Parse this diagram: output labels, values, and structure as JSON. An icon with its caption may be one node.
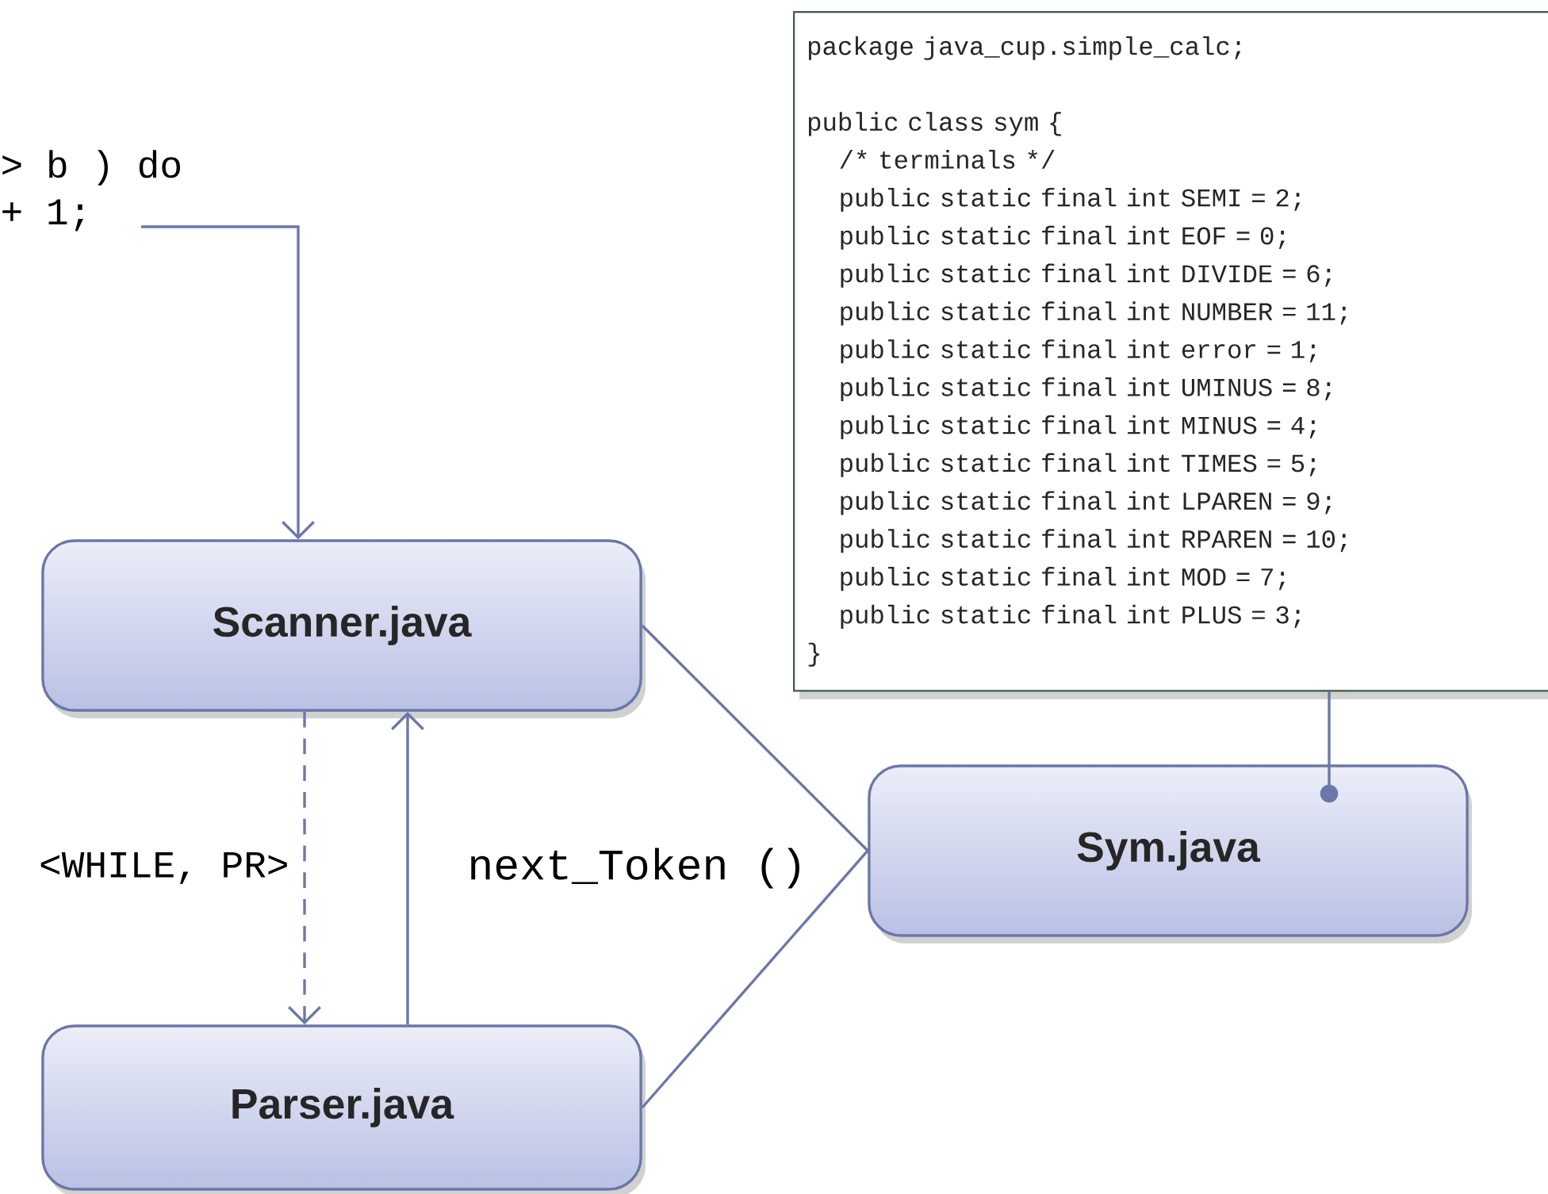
{
  "diagram": {
    "nodes": [
      {
        "text": [
          "> b ) do",
          "+ 1;"
        ]
      },
      {
        "text": [
          "Scanner.java"
        ]
      },
      {
        "text": [
          "Parser.java"
        ]
      },
      {
        "text": [
          "Sym.java"
        ]
      },
      {
        "text": [
          "package java_cup.simple_calc;",
          "public class sym {",
          "/* terminals */",
          "public static final int SEMI = 2;",
          "public static final int EOF = 0;",
          "public static final int DIVIDE = 6;",
          "public static final int NUMBER = 11;",
          "public static final int error = 1;",
          "public static final int UMINUS = 8;",
          "public static final int MINUS = 4;",
          "public static final int TIMES = 5;",
          "public static final int LPAREN = 9;",
          "public static final int RPAREN = 10;",
          "public static final int MOD = 7;",
          "public static final int PLUS = 3;",
          "}"
        ]
      }
    ],
    "edges": [
      {
        "from": 0,
        "to": 1,
        "arrow": "to"
      },
      {
        "from": 1,
        "to": 2,
        "arrow": "to",
        "style": "dashed",
        "label": "<WHILE, PR>"
      },
      {
        "from": 2,
        "to": 1,
        "arrow": "to",
        "label": "next_Token ()"
      },
      {
        "from": 1,
        "to": 3,
        "arrow": "none"
      },
      {
        "from": 2,
        "to": 3,
        "arrow": "none"
      },
      {
        "from": 4,
        "to": 3,
        "arrow": "other"
      }
    ]
  }
}
